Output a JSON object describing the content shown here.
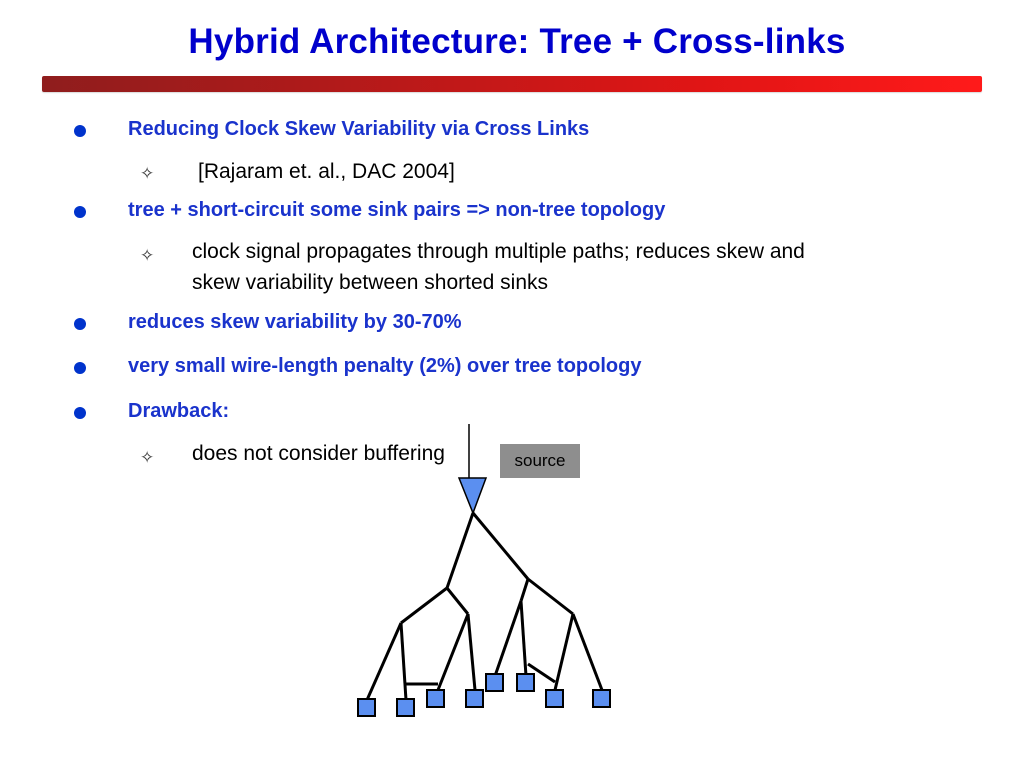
{
  "slide": {
    "title": "Hybrid Architecture: Tree + Cross-links",
    "bullets": {
      "b1": "Reducing Clock Skew Variability via Cross Links",
      "b1_sub": "[Rajaram et. al., DAC 2004]",
      "b2": "tree + short-circuit some sink pairs => non-tree topology",
      "b2_sub_line1": "clock signal propagates through multiple paths; reduces skew and",
      "b2_sub_line2": "skew variability between shorted sinks",
      "b3": "reduces skew variability by 30-70%",
      "b4": "very small wire-length penalty (2%) over tree topology",
      "b5": "Drawback:",
      "b5_sub": "does not consider buffering"
    },
    "sub_bullet_icon": "✧",
    "diagram": {
      "source_label": "source",
      "sink_color": "#5b8ff0",
      "buffer_color": "#5b8ff0"
    },
    "colors": {
      "title": "#0000cc",
      "bullet_text": "#1a33cc",
      "accent_bar": "#e01515"
    }
  }
}
